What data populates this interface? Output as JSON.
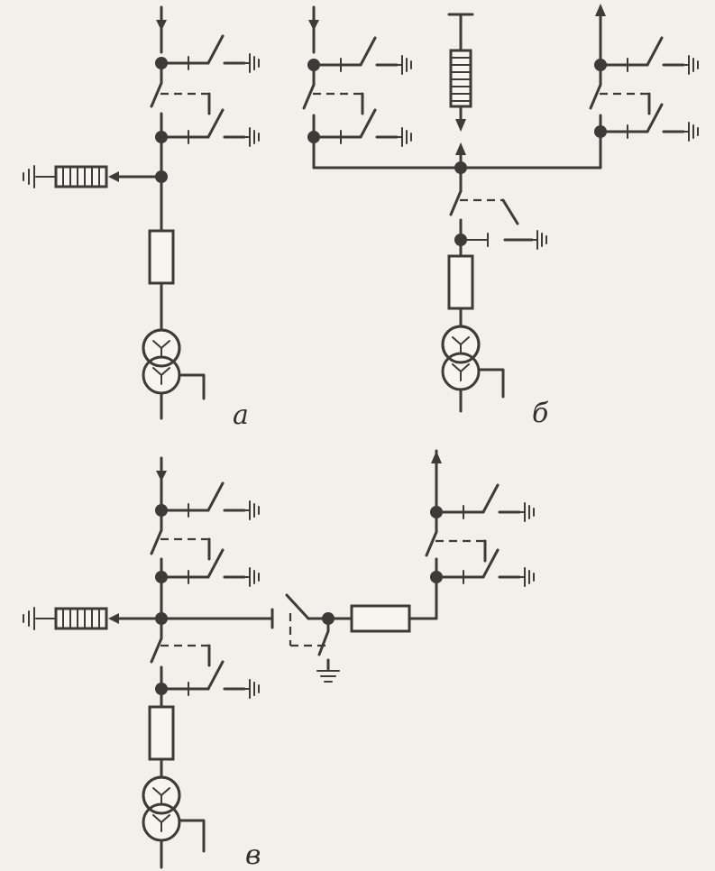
{
  "labels": {
    "a": "а",
    "b": "б",
    "v": "в"
  }
}
